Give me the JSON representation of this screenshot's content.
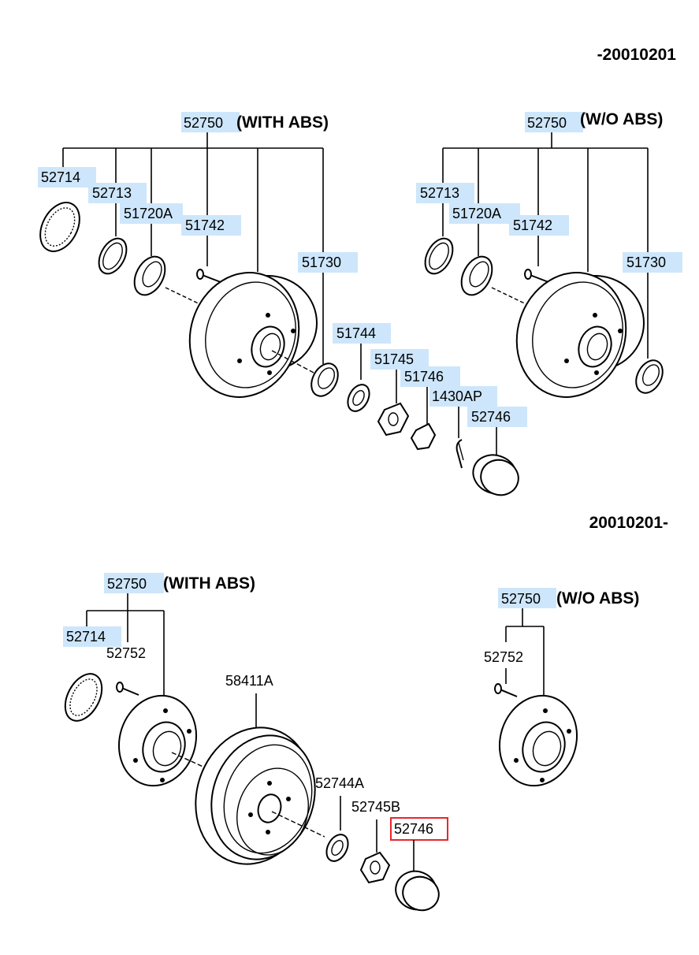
{
  "date_before": "-20010201",
  "date_after": "20010201-",
  "labels": {
    "p52750": "52750",
    "with_abs": "(WITH ABS)",
    "wo_abs": "(W/O ABS)",
    "p52714": "52714",
    "p52713": "52713",
    "p51720A": "51720A",
    "p51742": "51742",
    "p51730": "51730",
    "p51744": "51744",
    "p51745": "51745",
    "p51746": "51746",
    "p1430AP": "1430AP",
    "p52746": "52746",
    "p52752": "52752",
    "p58411A": "58411A",
    "p52744A": "52744A",
    "p52745B": "52745B"
  },
  "colors": {
    "label_highlight": "#cde6fb",
    "selected_border": "#e8262c"
  }
}
